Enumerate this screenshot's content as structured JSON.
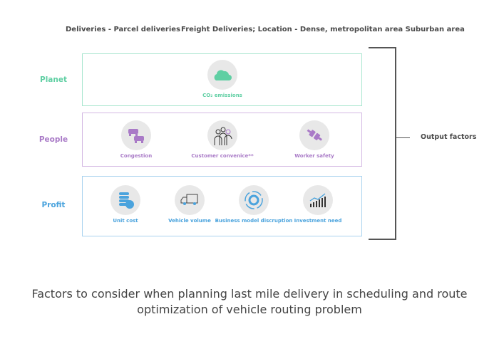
{
  "header": {
    "left": "Deliveries  - Parcel deliveries",
    "right": "Freight Deliveries; Location - Dense, metropolitan area Suburban area"
  },
  "colors": {
    "planet": "#5fcfa3",
    "people": "#a97ac7",
    "profit": "#4aa3dd",
    "bracket": "#555555",
    "icon_bg": "#e8e8e8"
  },
  "rows": {
    "planet": {
      "label": "Planet",
      "items": [
        {
          "icon": "cloud-icon",
          "label": "CO₂ emissions"
        }
      ]
    },
    "people": {
      "label": "People",
      "items": [
        {
          "icon": "cars-icon",
          "label": "Congestion"
        },
        {
          "icon": "people-group-icon",
          "label": "Customer convenice**"
        },
        {
          "icon": "plug-icon",
          "label": "Worker safety"
        }
      ]
    },
    "profit": {
      "label": "Profit",
      "items": [
        {
          "icon": "coins-icon",
          "label": "Unit cost"
        },
        {
          "icon": "truck-icon",
          "label": "Vehicle volume"
        },
        {
          "icon": "gear-cycle-icon",
          "label": "Business model discruption"
        },
        {
          "icon": "growth-chart-icon",
          "label": "Investment need"
        }
      ]
    }
  },
  "output_label": "Output factors",
  "caption": "Factors to consider when planning last mile delivery in scheduling and route optimization of vehicle routing problem"
}
